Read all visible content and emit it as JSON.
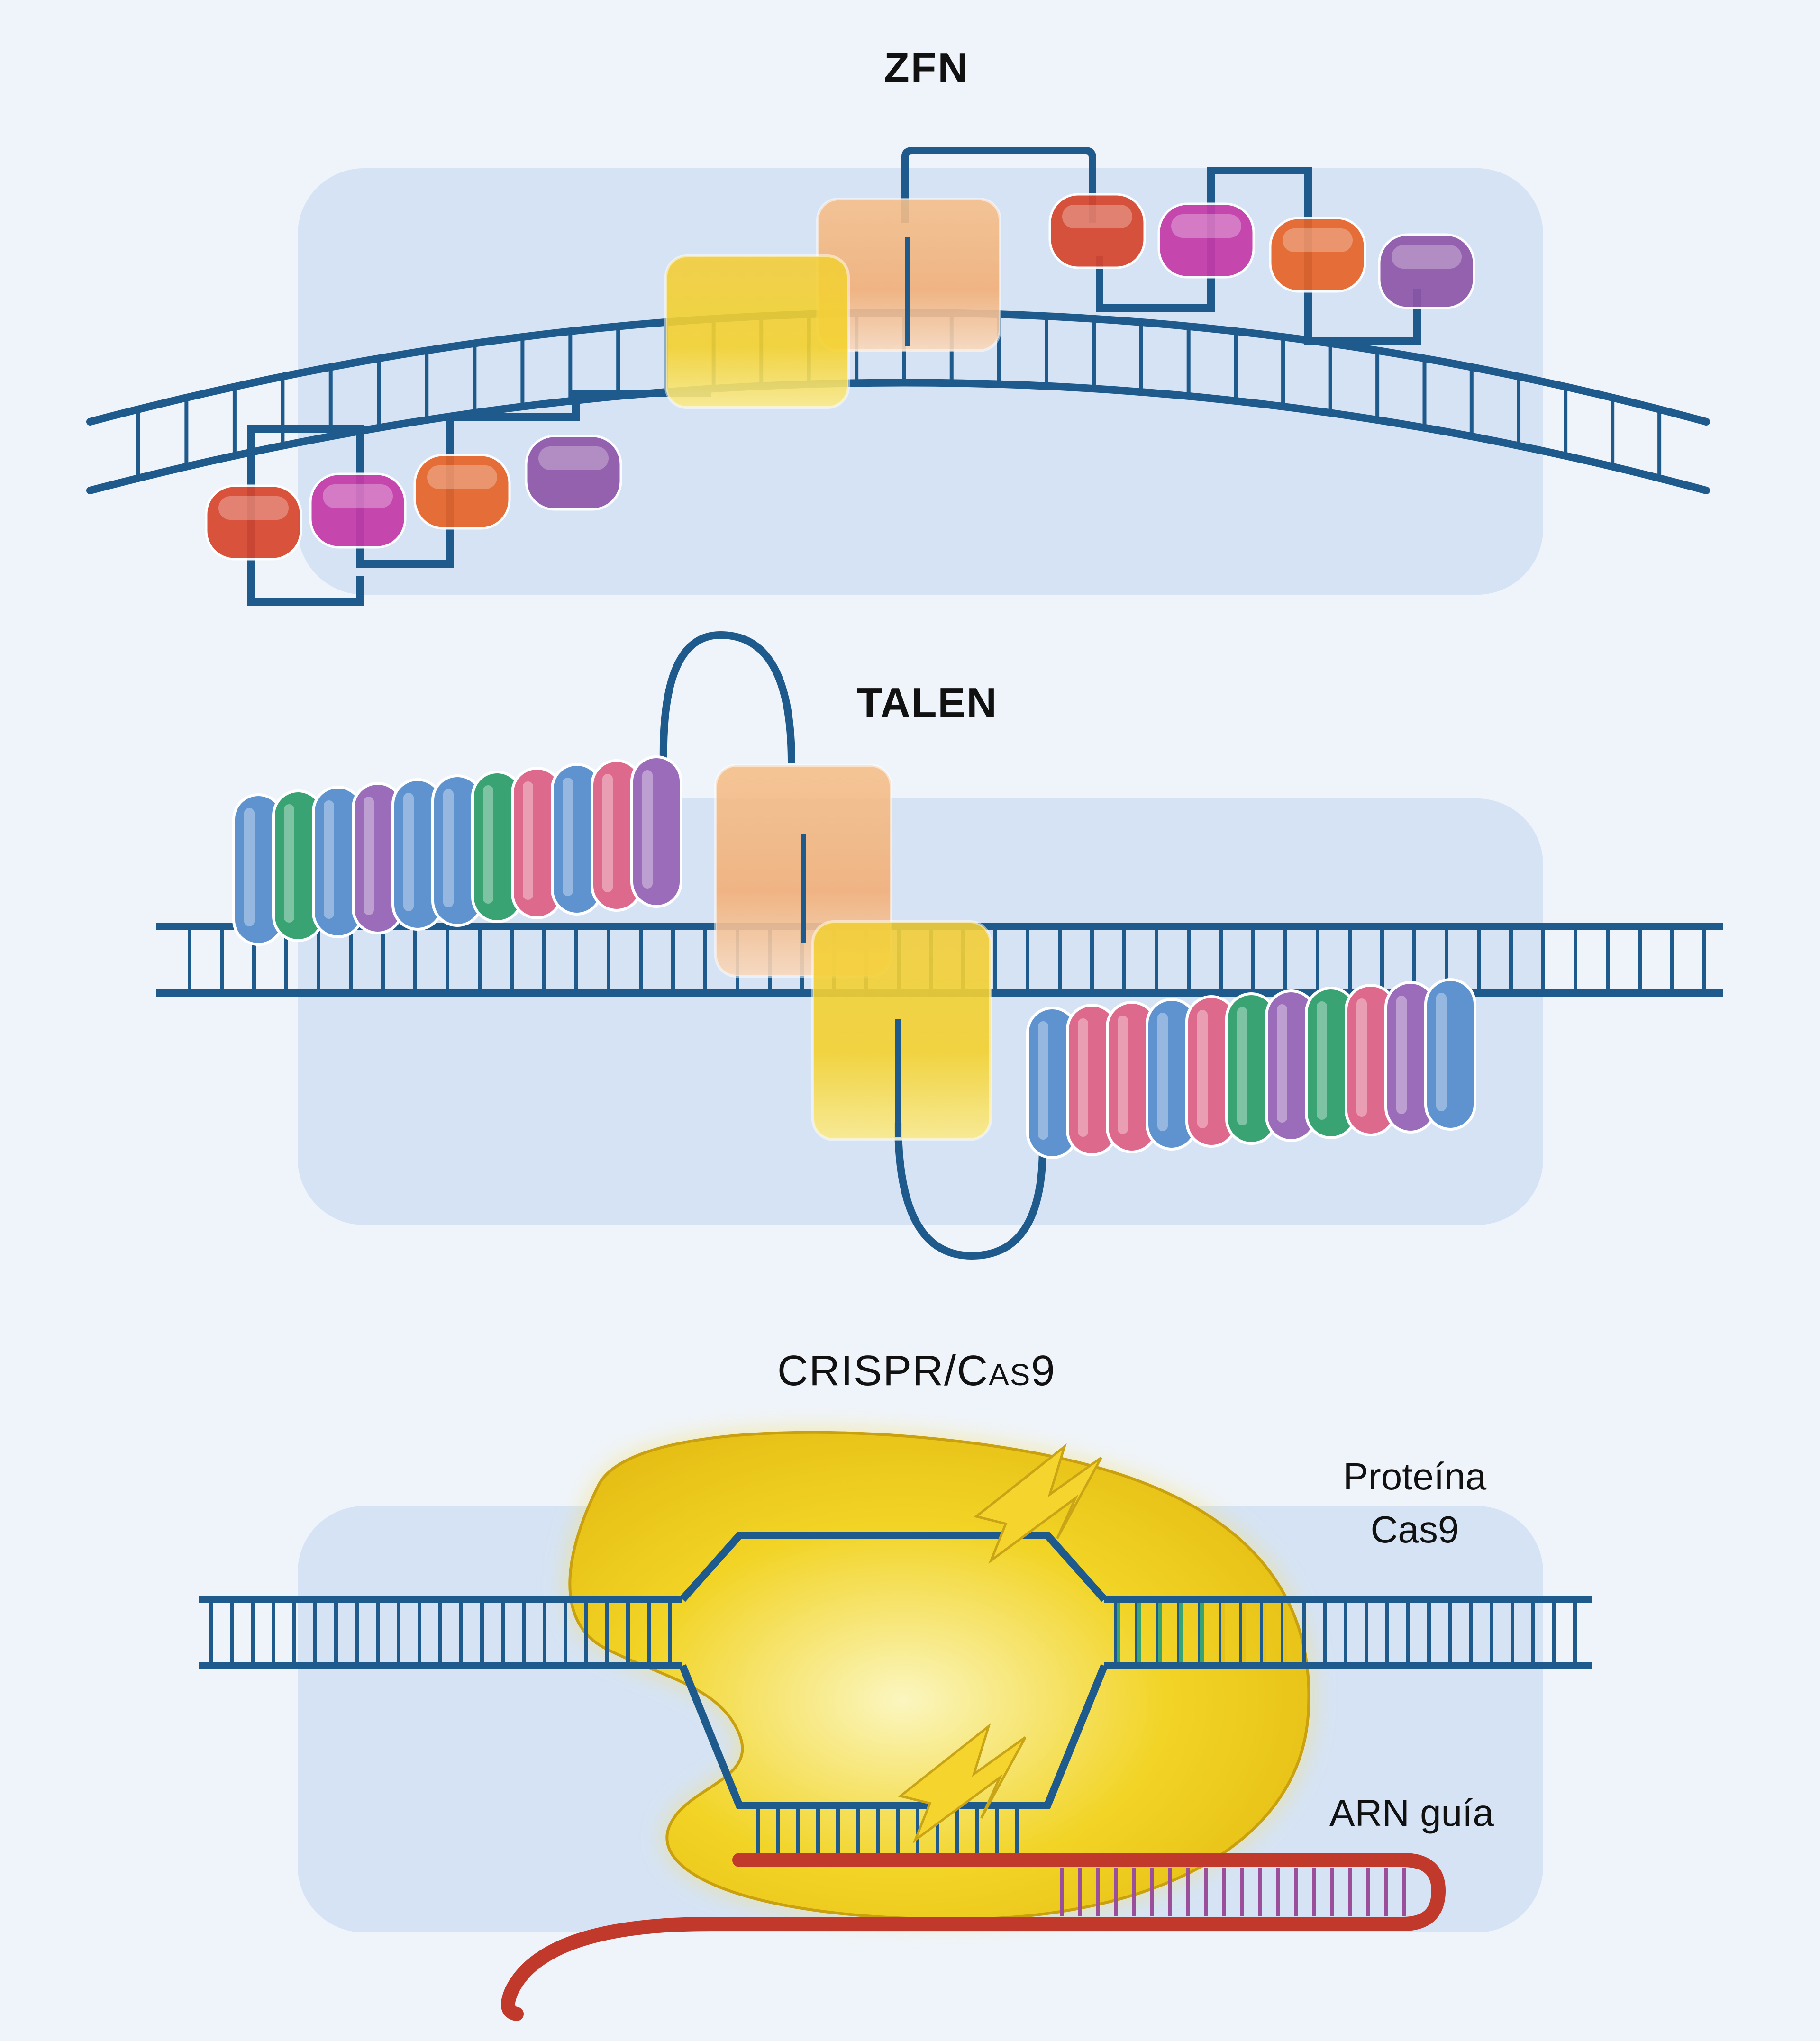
{
  "panels": {
    "zfn": {
      "title": "ZFN"
    },
    "talen": {
      "title": "TALEN"
    },
    "crispr": {
      "title_main": "CRISPR/C",
      "title_smallcaps": "AS",
      "title_end": "9",
      "protein_label_line1": "Proteína",
      "protein_label_line2": "Cas9",
      "guide_label": "ARN guía"
    }
  },
  "colors": {
    "background": "#eff4fb",
    "panel_fill": "#d5e3f5",
    "dna_strand": "#1e5a8c",
    "fok1_orange": "#f2b47a",
    "fok1_yellow": "#f4cd2a",
    "zf_red": "#d7452c",
    "zf_magenta": "#c43aa8",
    "zf_orange": "#e66428",
    "zf_purple": "#8e56a8",
    "tal_blue": "#5e93d0",
    "tal_green": "#3aa374",
    "tal_purple": "#9a6cba",
    "tal_pink": "#dd6a8c",
    "cas9_yellow": "#f0cf1c",
    "guide_rna_red": "#c0392b",
    "cut_lightning": "#f5d42e"
  },
  "icons": [
    "lightning-bolt-icon",
    "lightning-bolt-icon"
  ]
}
